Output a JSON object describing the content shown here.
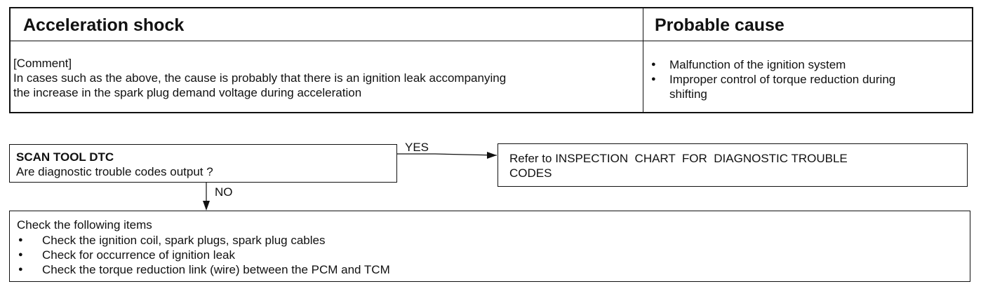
{
  "table": {
    "symptom_header": "Acceleration shock",
    "cause_header": "Probable cause",
    "comment_label": "[Comment]",
    "comment_line1": "In cases such as the above, the cause is probably that there is an ignition leak accompanying",
    "comment_line2": "the increase in the spark plug demand voltage during acceleration",
    "causes": [
      "Malfunction of the ignition system",
      "Improper control of torque reduction during",
      "shifting"
    ]
  },
  "flow": {
    "scan_title": "SCAN TOOL DTC",
    "scan_question": "Are diagnostic trouble codes output ?",
    "yes_label": "YES",
    "no_label": "NO",
    "refer_line1": "Refer to INSPECTION  CHART  FOR  DIAGNOSTIC TROUBLE",
    "refer_line2": "CODES",
    "check_heading": "Check the following items",
    "check_items": [
      "Check the ignition coil, spark plugs, spark plug cables",
      "Check for occurrence of ignition leak",
      "Check the torque reduction link (wire) between the PCM and TCM"
    ]
  }
}
